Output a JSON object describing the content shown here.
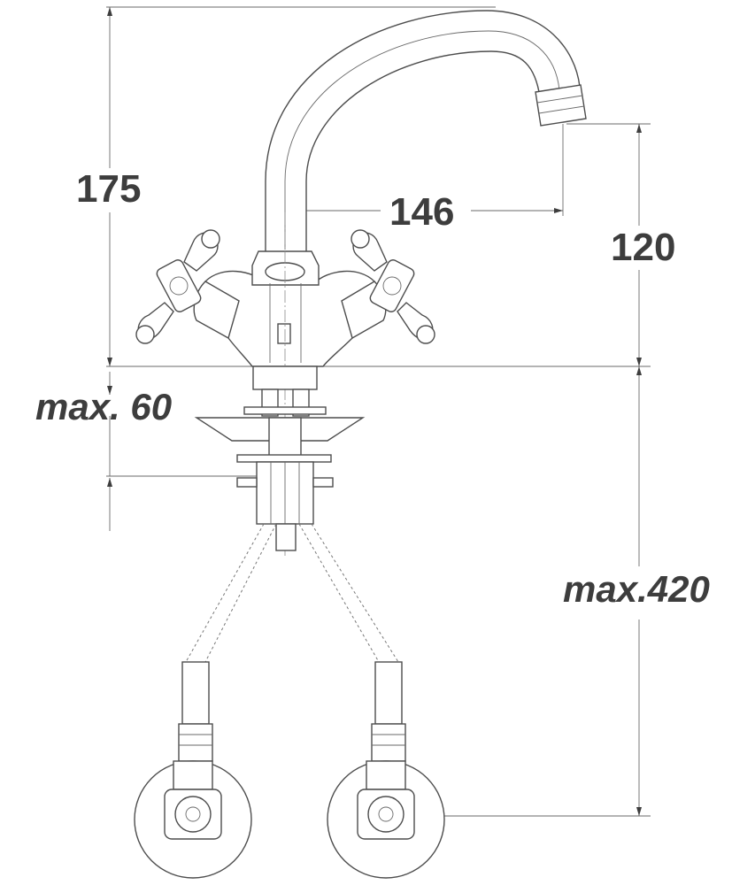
{
  "dimensions": {
    "overall_height": "175",
    "spout_reach": "146",
    "spout_height": "120",
    "max_deck_thickness": "max. 60",
    "max_hose_length": "max.420"
  }
}
